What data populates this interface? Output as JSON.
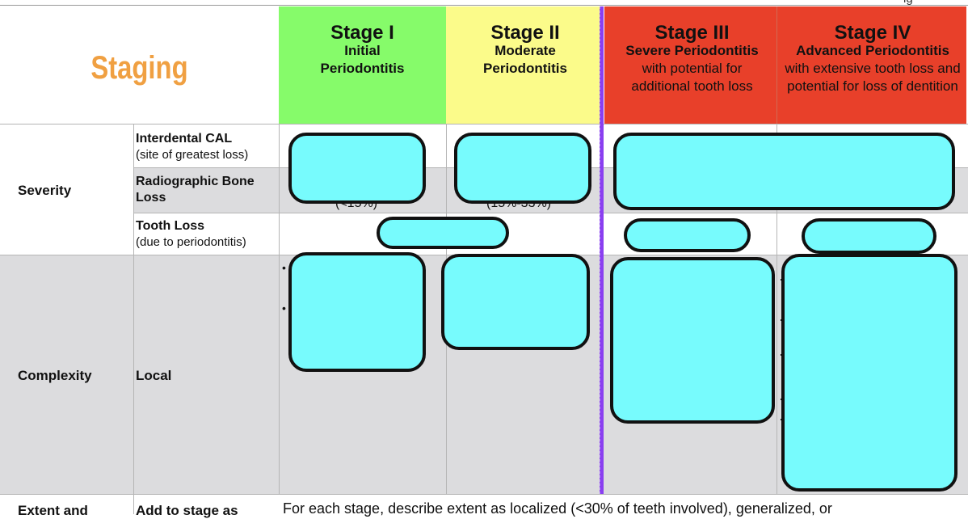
{
  "staging_title": "Staging",
  "stages": [
    {
      "title": "Stage I",
      "subtitle": "Initial Periodontitis",
      "description": ""
    },
    {
      "title": "Stage II",
      "subtitle": "Moderate Periodontitis",
      "description": ""
    },
    {
      "title": "Stage III",
      "subtitle": "Severe Periodontitis",
      "description": "with potential for additional tooth loss"
    },
    {
      "title": "Stage IV",
      "subtitle": "Advanced Periodontitis",
      "description": "with extensive tooth loss and potential for loss of dentition"
    }
  ],
  "rows": {
    "severity": "Severity",
    "interdental_cal": "Interdental CAL",
    "interdental_cal_note": "(site of greatest loss)",
    "radiographic_bone_loss": "Radiographic Bone Loss",
    "tooth_loss": "Tooth Loss",
    "tooth_loss_note": "(due to periodontitis)",
    "complexity": "Complexity",
    "local": "Local",
    "extent_and": "Extent and",
    "add_to_stage_as": "Add to stage as"
  },
  "extent_text": "For each stage, describe extent as localized (<30% of teeth involved), generalized, or",
  "partial_marks": {
    "top_right": "ig",
    "bone_loss_stage1": "(<15%)",
    "bone_loss_stage2": "(15%-33%)"
  },
  "colors": {
    "stage1": "#86fb6a",
    "stage2": "#fbfb8a",
    "stage34": "#e8402a",
    "staging_text": "#f0a042",
    "grey_row": "#dcdcde",
    "cover": "#77fbfd",
    "divider": "#8a3ff0"
  }
}
